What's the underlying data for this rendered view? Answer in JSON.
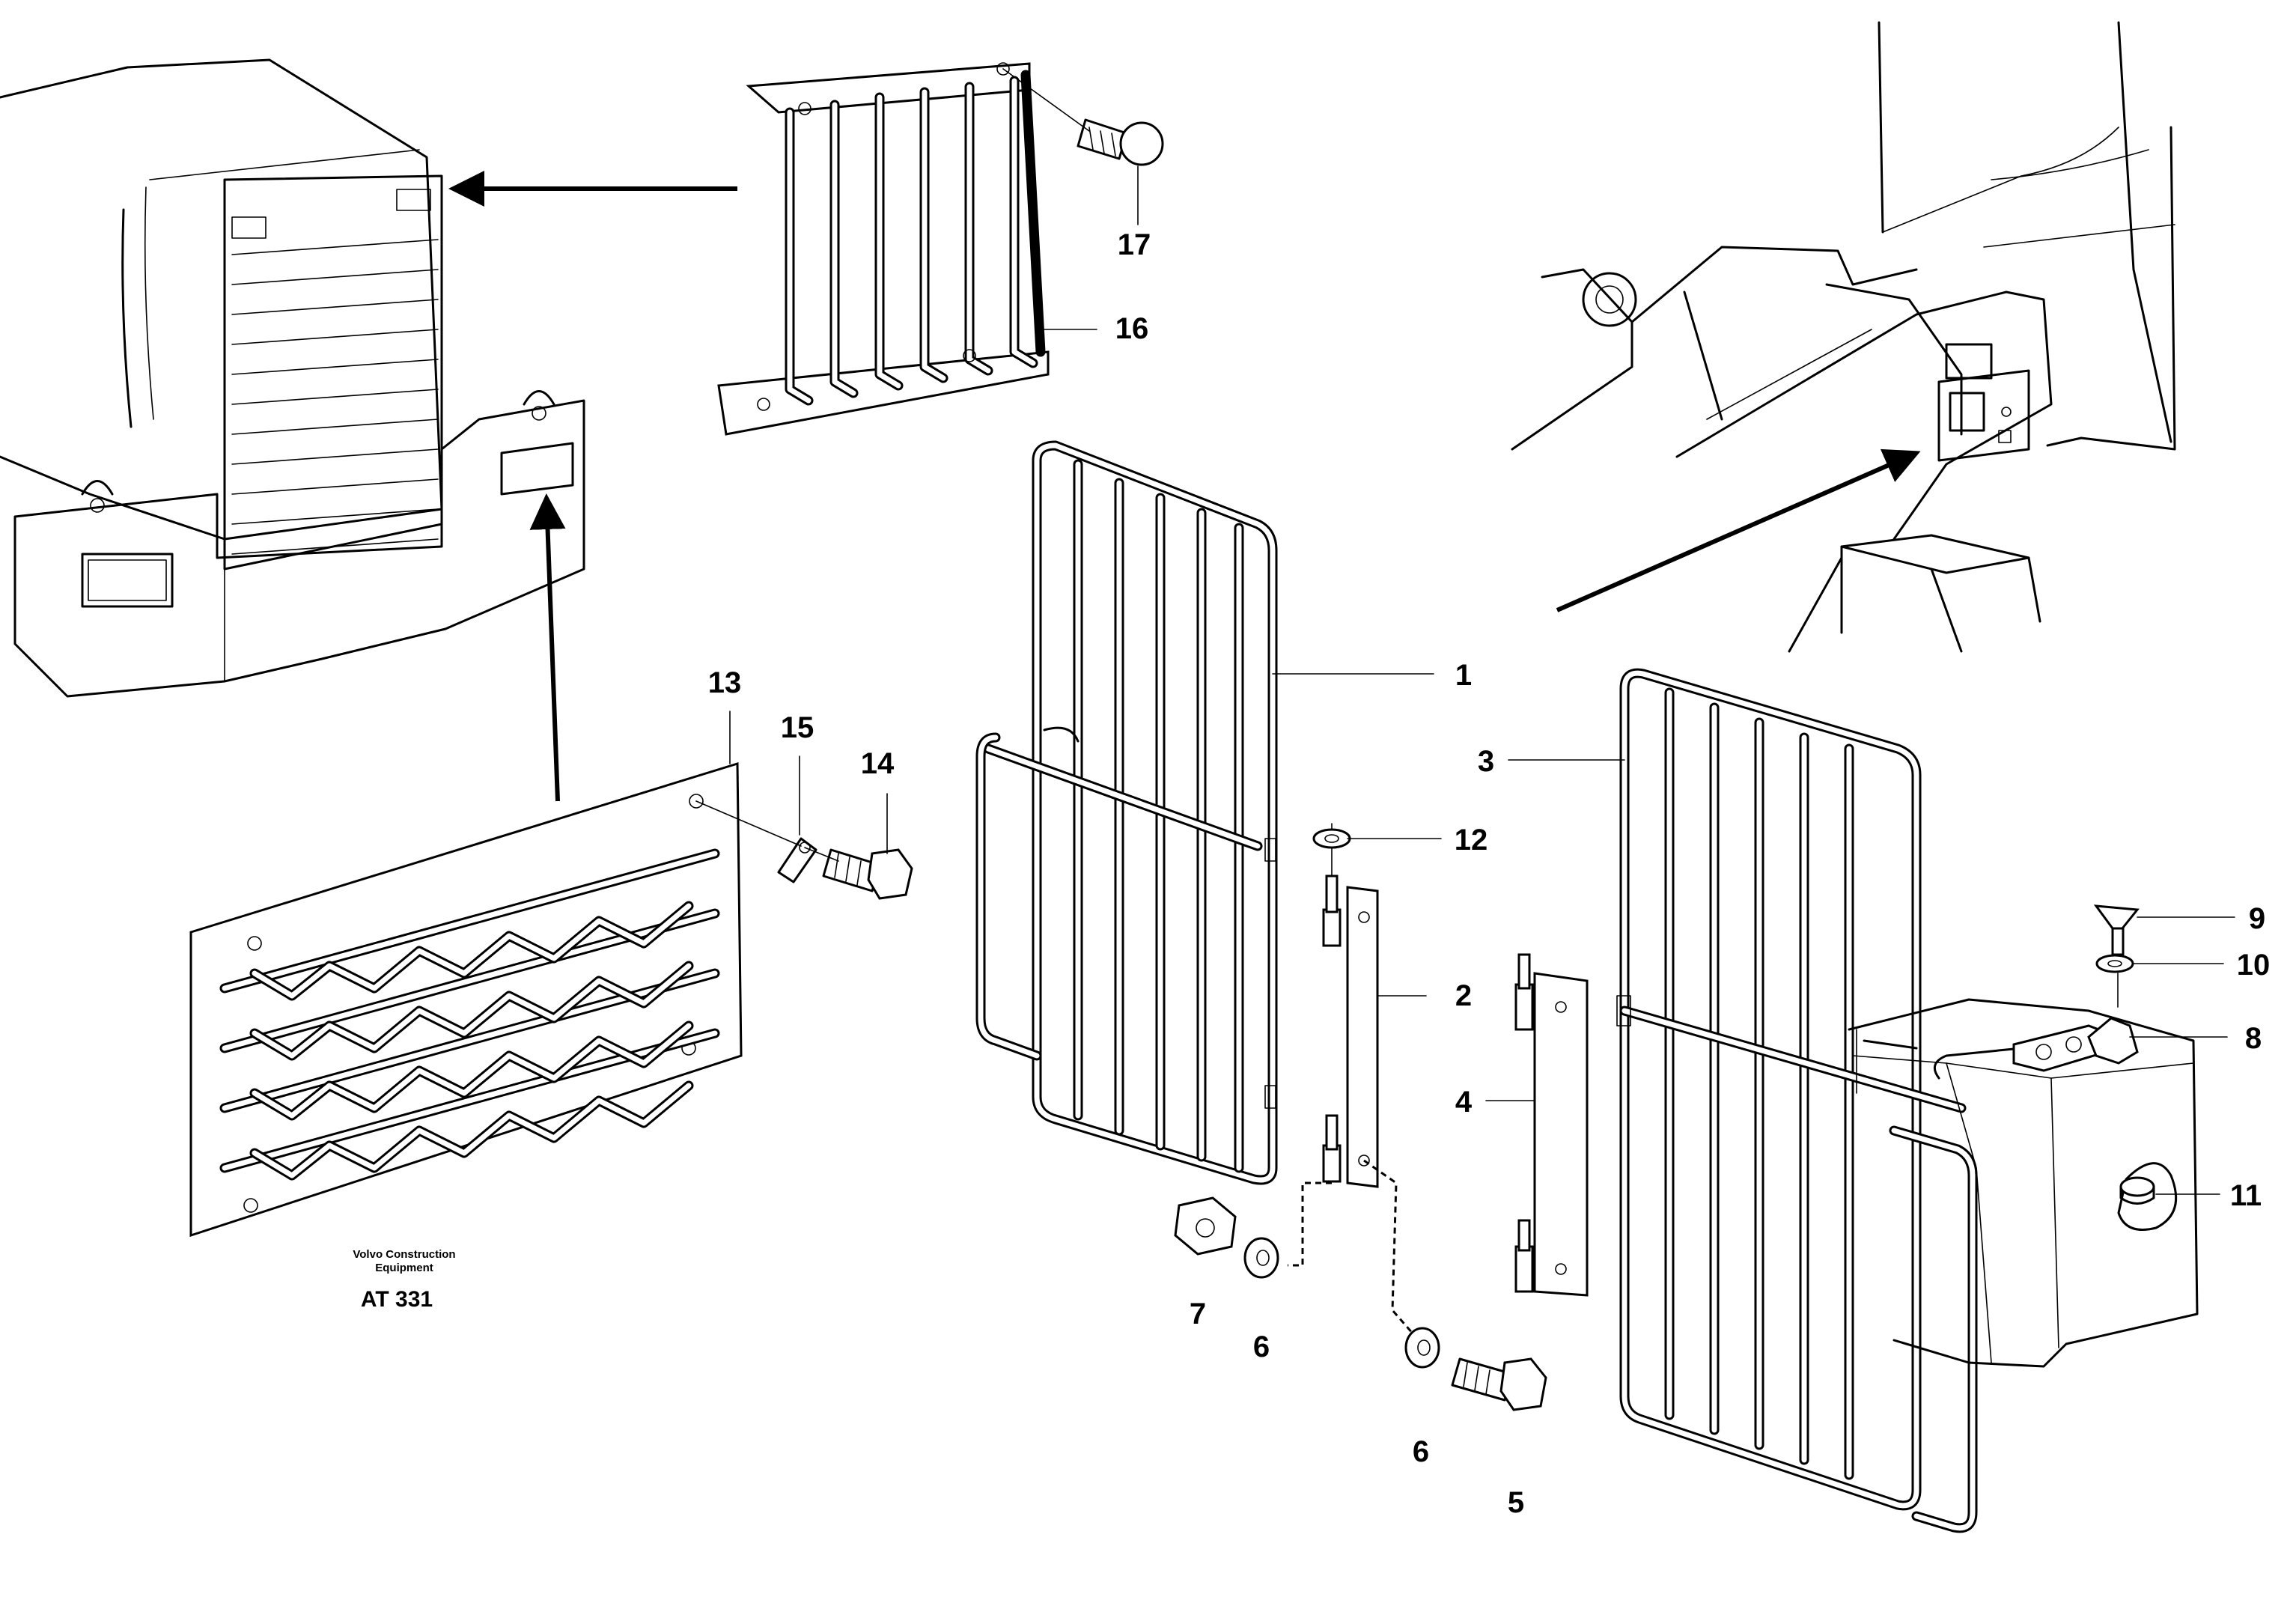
{
  "callouts": [
    {
      "id": "1",
      "text": "1"
    },
    {
      "id": "2",
      "text": "2"
    },
    {
      "id": "3",
      "text": "3"
    },
    {
      "id": "4",
      "text": "4"
    },
    {
      "id": "5",
      "text": "5"
    },
    {
      "id": "6a",
      "text": "6"
    },
    {
      "id": "6b",
      "text": "6"
    },
    {
      "id": "7",
      "text": "7"
    },
    {
      "id": "8",
      "text": "8"
    },
    {
      "id": "9",
      "text": "9"
    },
    {
      "id": "10",
      "text": "10"
    },
    {
      "id": "11",
      "text": "11"
    },
    {
      "id": "12",
      "text": "12"
    },
    {
      "id": "13",
      "text": "13"
    },
    {
      "id": "14",
      "text": "14"
    },
    {
      "id": "15",
      "text": "15"
    },
    {
      "id": "16",
      "text": "16"
    },
    {
      "id": "17",
      "text": "17"
    }
  ],
  "footer": {
    "maker_line1": "Volvo Construction",
    "maker_line2": "Equipment",
    "code": "AT 331"
  }
}
